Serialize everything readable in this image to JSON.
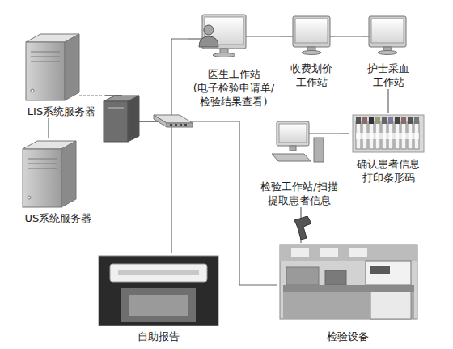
{
  "diagram": {
    "nodes": [
      {
        "text": [
          "LIS系统服务器"
        ]
      },
      {
        "text": [
          "US系统服务器"
        ]
      },
      {
        "text": [
          "医生工作站",
          "(电子检验申请单/ 检验结果查看)"
        ]
      },
      {
        "text": [
          "收费划价 工作站"
        ]
      },
      {
        "text": [
          "护士采血 工作站"
        ]
      },
      {
        "text": [
          "确认患者信息 打印条形码"
        ]
      },
      {
        "text": [
          "检验工作站/扫描 提取患者信息"
        ]
      },
      {
        "text": [
          "自助报告"
        ]
      },
      {
        "text": [
          "检验设备"
        ]
      }
    ],
    "edges": [
      {
        "from": 0,
        "to": 1,
        "arrow": "none"
      },
      {
        "from": 0,
        "to": 2,
        "arrow": "none"
      },
      {
        "from": 0,
        "to": 7,
        "arrow": "none"
      },
      {
        "from": 0,
        "to": 8,
        "arrow": "none"
      },
      {
        "from": 2,
        "to": 3,
        "arrow": "none"
      },
      {
        "from": 3,
        "to": 4,
        "arrow": "none"
      },
      {
        "from": 4,
        "to": 5,
        "arrow": "none"
      },
      {
        "from": 5,
        "to": 6,
        "arrow": "none"
      },
      {
        "from": 6,
        "to": 8,
        "arrow": "none"
      }
    ]
  }
}
